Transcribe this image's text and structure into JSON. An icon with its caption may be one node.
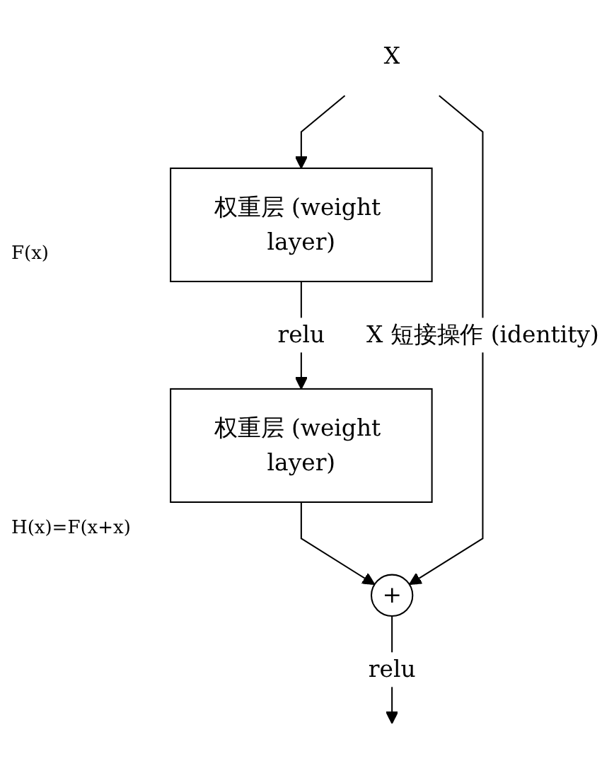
{
  "diagram": {
    "nodes": [
      {
        "text": [
          "X"
        ]
      },
      {
        "text": [
          "权重层 (weight layer)"
        ]
      },
      {
        "text": [
          "权重层 (weight layer)"
        ]
      },
      {
        "text": [
          "+"
        ]
      }
    ],
    "edges": [
      {
        "from": 0,
        "to": 1,
        "arrow": "to"
      },
      {
        "from": 1,
        "to": 2,
        "arrow": "to",
        "label": "relu"
      },
      {
        "from": 2,
        "to": 3,
        "arrow": "to"
      },
      {
        "from": 0,
        "to": 3,
        "arrow": "to",
        "label": "X 短接操作 (identity)"
      },
      {
        "from": 3,
        "to": null,
        "arrow": "to",
        "label": "relu"
      }
    ],
    "labels": [
      "F(x)",
      "H(x)=F(x+x)"
    ]
  }
}
